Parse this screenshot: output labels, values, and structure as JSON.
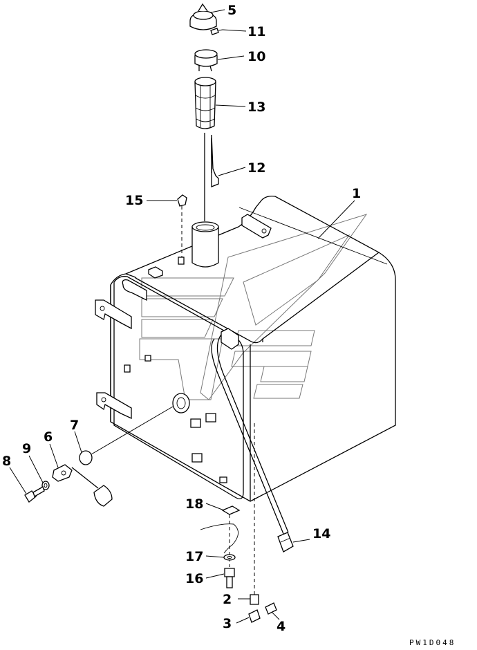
{
  "callouts": {
    "c1": "1",
    "c2": "2",
    "c3": "3",
    "c4": "4",
    "c5": "5",
    "c6": "6",
    "c7": "7",
    "c8": "8",
    "c9": "9",
    "c10": "10",
    "c11": "11",
    "c12": "12",
    "c13": "13",
    "c14": "14",
    "c15": "15",
    "c16": "16",
    "c17": "17",
    "c18": "18"
  },
  "drawing_id": "PW1D048",
  "colors": {
    "ink": "#000000",
    "watermark": "#777777",
    "paper": "#ffffff"
  }
}
